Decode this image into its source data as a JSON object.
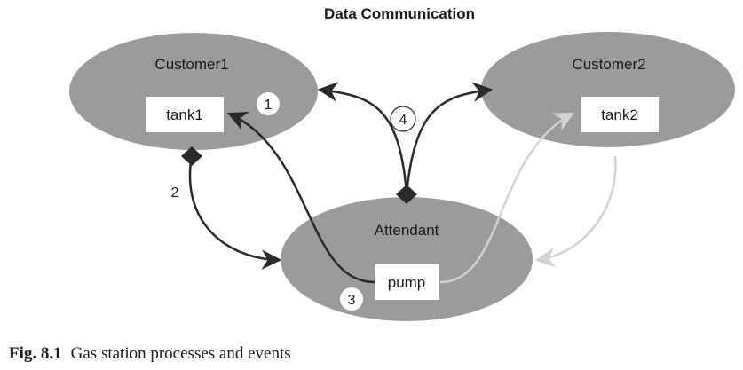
{
  "title": "Data Communication",
  "processes": {
    "customer1": {
      "label": "Customer1",
      "box": "tank1"
    },
    "customer2": {
      "label": "Customer2",
      "box": "tank2"
    },
    "attendant": {
      "label": "Attendant",
      "box": "pump"
    }
  },
  "steps": [
    "1",
    "2",
    "3",
    "4"
  ],
  "colors": {
    "ellipse_fill": "#9b9b9b",
    "dark_arrow": "#2a2a2a",
    "light_arrow": "#d2d2d2",
    "box_fill": "#ffffff"
  },
  "caption": {
    "label": "Fig. 8.1",
    "text": "Gas station processes and events"
  }
}
